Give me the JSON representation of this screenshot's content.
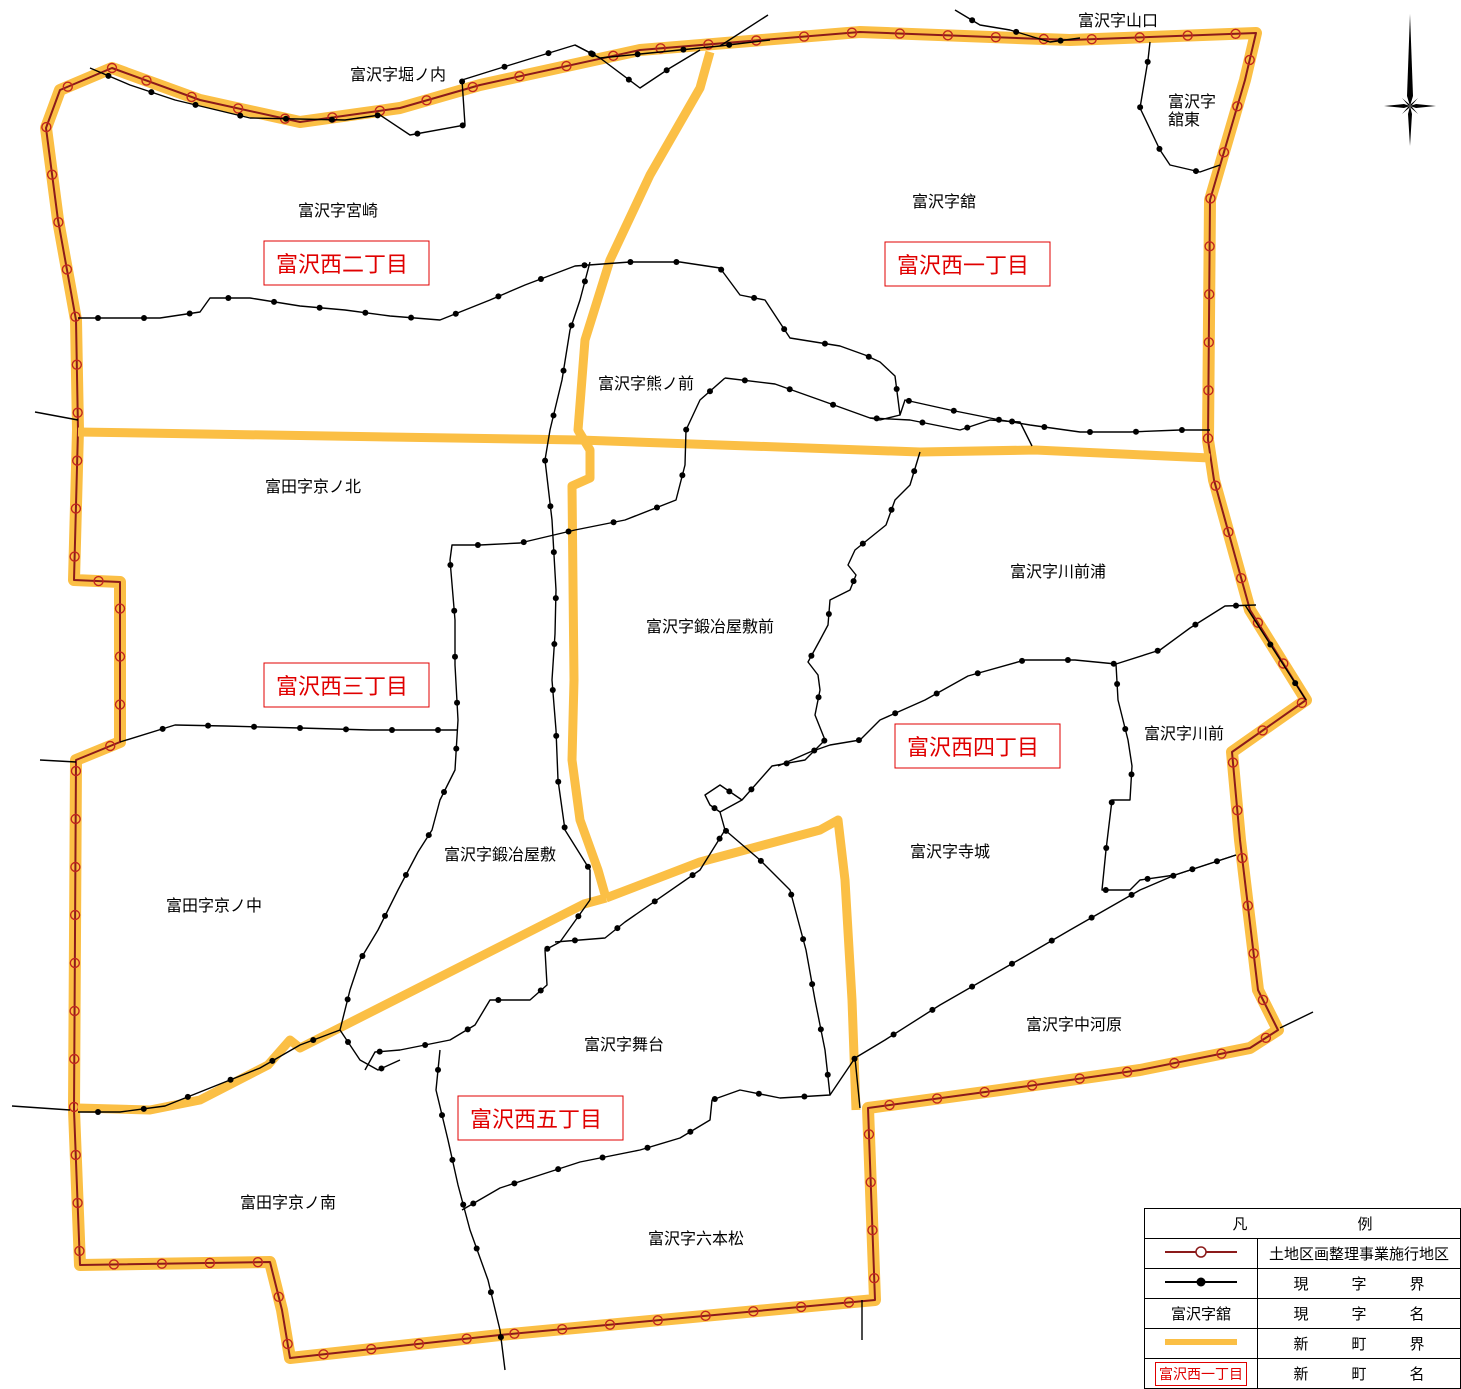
{
  "map": {
    "old_names": [
      {
        "id": "horinouchi",
        "text": "富沢字堀ノ内"
      },
      {
        "id": "yamaguchi",
        "text": "富沢字山口"
      },
      {
        "id": "tatehigashi_1",
        "text": "富沢字"
      },
      {
        "id": "tatehigashi_2",
        "text": "舘東"
      },
      {
        "id": "miyazaki",
        "text": "富沢字宮崎"
      },
      {
        "id": "tate",
        "text": "富沢字舘"
      },
      {
        "id": "kumanomae",
        "text": "富沢字熊ノ前"
      },
      {
        "id": "kyonokita",
        "text": "富田字京ノ北"
      },
      {
        "id": "kawamaeura",
        "text": "富沢字川前浦"
      },
      {
        "id": "kajiyashikimae",
        "text": "富沢字鍛冶屋敷前"
      },
      {
        "id": "kawamae",
        "text": "富沢字川前"
      },
      {
        "id": "kajiyashiki",
        "text": "富沢字鍛冶屋敷"
      },
      {
        "id": "terashiro",
        "text": "富沢字寺城"
      },
      {
        "id": "kyononaka",
        "text": "富田字京ノ中"
      },
      {
        "id": "nakagawara",
        "text": "富沢字中河原"
      },
      {
        "id": "butai",
        "text": "富沢字舞台"
      },
      {
        "id": "kyonominami",
        "text": "富田字京ノ南"
      },
      {
        "id": "roppongimatsu",
        "text": "富沢字六本松"
      }
    ],
    "new_names": [
      {
        "id": "nishi2",
        "text": "富沢西二丁目"
      },
      {
        "id": "nishi1",
        "text": "富沢西一丁目"
      },
      {
        "id": "nishi3",
        "text": "富沢西三丁目"
      },
      {
        "id": "nishi4",
        "text": "富沢西四丁目"
      },
      {
        "id": "nishi5",
        "text": "富沢西五丁目"
      }
    ]
  },
  "legend": {
    "title": [
      "凡",
      "例"
    ],
    "rows": [
      {
        "symbol": "project-area-line",
        "desc": "土地区画整理事業施行地区"
      },
      {
        "symbol": "current-aza-boundary-line",
        "desc": [
          "現",
          "字",
          "界"
        ]
      },
      {
        "symbol_text": "富沢字舘",
        "desc": [
          "現",
          "字",
          "名"
        ]
      },
      {
        "symbol": "new-town-boundary-line",
        "desc": [
          "新",
          "町",
          "界"
        ]
      },
      {
        "symbol_text": "富沢西一丁目",
        "desc": [
          "新",
          "町",
          "名"
        ]
      }
    ]
  },
  "colors": {
    "project_area": "#8b1a1a",
    "new_boundary": "#fbbf45",
    "aza_boundary": "#000000",
    "new_name": "#e00000"
  }
}
